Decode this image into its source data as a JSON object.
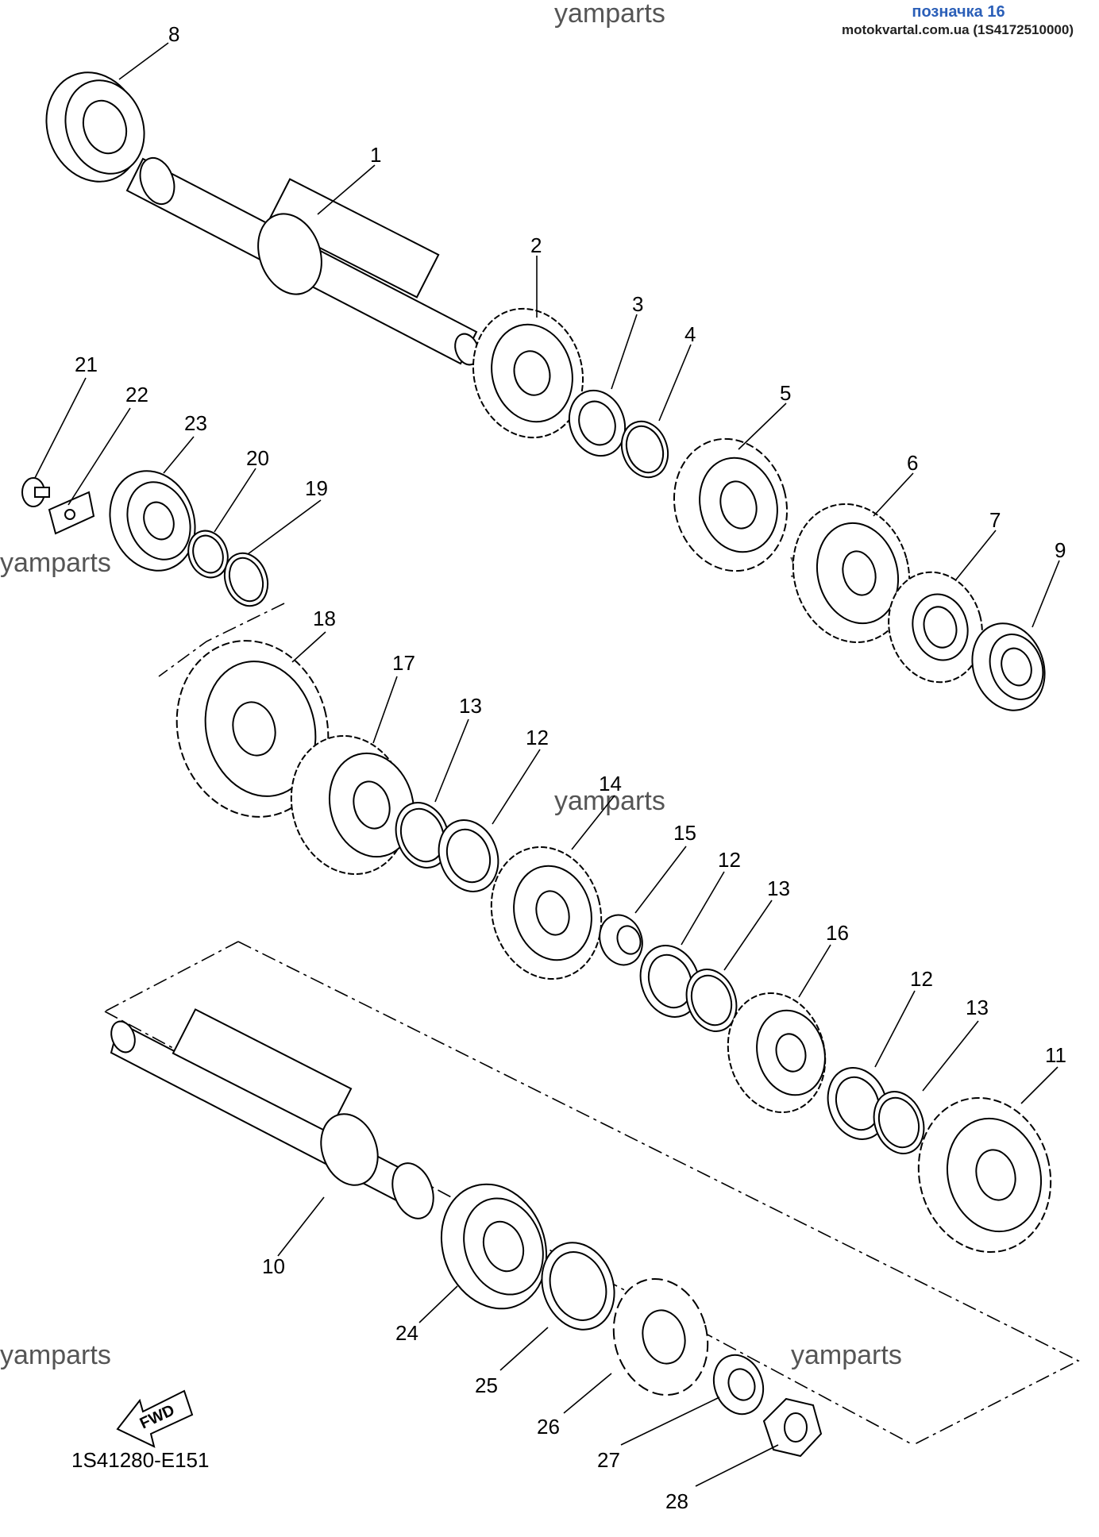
{
  "header": {
    "title": "позначка 16",
    "subtitle": "motokvartal.com.ua (1S4172510000)"
  },
  "watermark": "yamparts",
  "diagram_code": "1S41280-E151",
  "fwd_label": "FWD",
  "callouts": [
    "8",
    "1",
    "2",
    "3",
    "4",
    "21",
    "22",
    "23",
    "20",
    "19",
    "5",
    "6",
    "7",
    "9",
    "18",
    "17",
    "13",
    "12",
    "14",
    "15",
    "12",
    "13",
    "16",
    "12",
    "13",
    "11",
    "10",
    "24",
    "25",
    "26",
    "27",
    "28"
  ]
}
